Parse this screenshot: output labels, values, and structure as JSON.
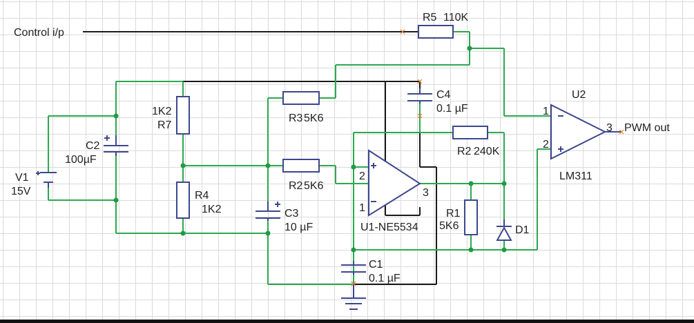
{
  "control_input": "Control i/p",
  "output_label": "PWM out",
  "components": {
    "r5": {
      "ref": "R5",
      "value": "110K"
    },
    "r3": {
      "ref": "R3",
      "value": "5K6"
    },
    "r2": {
      "ref": "R2",
      "value": "5K6"
    },
    "r2b": {
      "ref": "R2",
      "value": "240K"
    },
    "r1": {
      "ref": "R1",
      "value": "5K6"
    },
    "r4": {
      "ref": "R4",
      "value": "1K2"
    },
    "r7": {
      "ref": "R7",
      "value": "1K2"
    },
    "c1": {
      "ref": "C1",
      "value": "0.1 µF"
    },
    "c2": {
      "ref": "C2",
      "value": "100µF"
    },
    "c3": {
      "ref": "C3",
      "value": "10 µF"
    },
    "c4": {
      "ref": "C4",
      "value": "0.1 µF"
    },
    "v1": {
      "ref": "V1",
      "value": "15V"
    },
    "d1": {
      "ref": "D1"
    },
    "u1": {
      "ref": "U1-NE5534",
      "pin_in1": "2",
      "pin_in2": "1",
      "pin_out": "3"
    },
    "u2": {
      "ref": "U2",
      "part": "LM311",
      "pin1": "1",
      "pin2": "2",
      "pin3": "3"
    }
  }
}
